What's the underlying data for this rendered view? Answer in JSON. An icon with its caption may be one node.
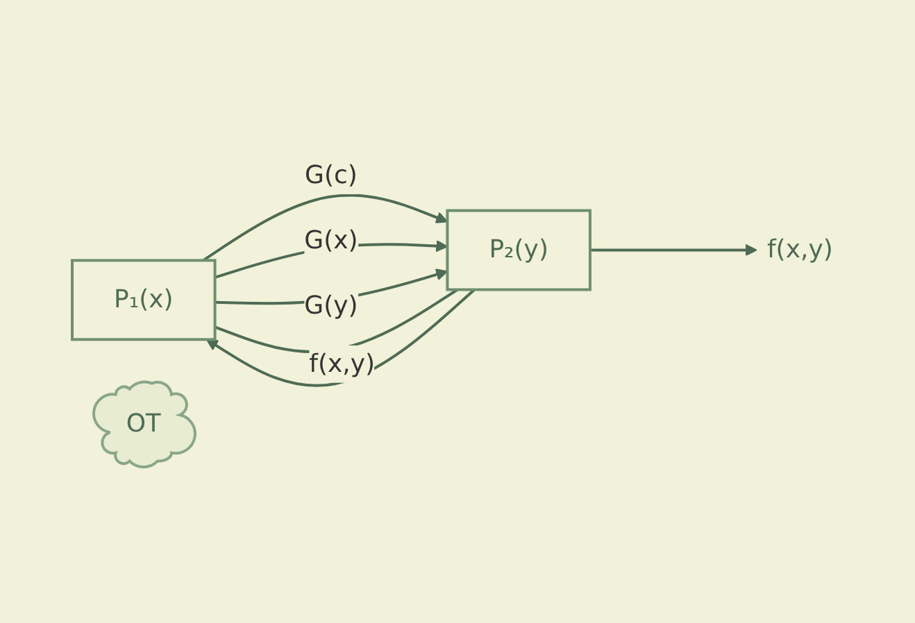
{
  "diagram": {
    "nodes": [
      {
        "text": [
          "P₁(x)"
        ]
      },
      {
        "text": [
          "P₂(y)"
        ]
      },
      {
        "text": [
          "OT"
        ]
      },
      {
        "text": [
          "f(x,y)"
        ]
      }
    ],
    "edges": [
      {
        "from": 0,
        "to": 1,
        "arrow": "to",
        "label": "G(c)"
      },
      {
        "from": 0,
        "to": 1,
        "arrow": "to",
        "label": "G(x)"
      },
      {
        "from": 1,
        "to": 0,
        "arrow": "to"
      },
      {
        "from": 0,
        "to": 1,
        "arrow": "to",
        "label": "G(y)"
      },
      {
        "from": 0,
        "to": 1,
        "arrow": "none",
        "label": "f(x,y)"
      },
      {
        "from": 1,
        "to": 3,
        "arrow": "to"
      }
    ]
  }
}
